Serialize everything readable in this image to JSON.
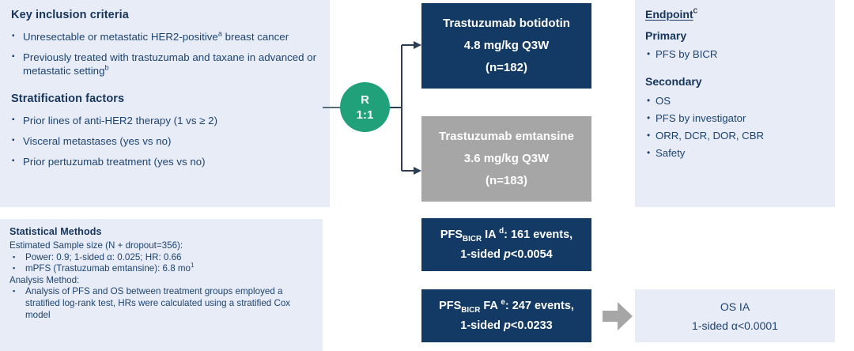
{
  "criteria": {
    "title": "Key inclusion criteria",
    "items": [
      "Unresectable or metastatic HER2-positive<sup>a</sup> breast cancer",
      "Previously treated with trastuzumab and taxane in advanced or metastatic setting<sup>b</sup>"
    ],
    "strat_title": "Stratification factors",
    "strat_items": [
      "Prior lines of anti-HER2 therapy (1 vs ≥ 2)",
      "Visceral metastases (yes vs no)",
      "Prior pertuzumab treatment (yes vs no)"
    ]
  },
  "stats": {
    "title": "Statistical Methods",
    "sample_line": "Estimated Sample size (N + dropout=356):",
    "sample_bullets": [
      "Power: 0.9; 1-sided α: 0.025; HR: 0.66",
      "mPFS (Trastuzumab emtansine): 6.8 mo<sup>1</sup>"
    ],
    "analysis_line": "Analysis Method:",
    "analysis_bullets": [
      "Analysis of PFS and OS between treatment groups employed a stratified log-rank test, HRs were calculated using a stratified Cox model"
    ]
  },
  "randomization": {
    "label": "R",
    "ratio": "1:1"
  },
  "arms": [
    {
      "name": "arm-experimental",
      "drug": "Trastuzumab botidotin",
      "dose": "4.8 mg/kg  Q3W",
      "n": "(n=182)",
      "color": "#123a64"
    },
    {
      "name": "arm-control",
      "drug": "Trastuzumab emtansine",
      "dose": "3.6 mg/kg  Q3W",
      "n": "(n=183)",
      "color": "#a6a6a6"
    }
  ],
  "analyses": [
    {
      "name": "pfs-bicr-ia",
      "line1": "PFS<sub>BICR</sub> IA <sup>d</sup>: 161 events,",
      "line2": "1-sided <i>p</i>&lt;0.0054"
    },
    {
      "name": "pfs-bicr-fa",
      "line1": "PFS<sub>BICR</sub> FA <sup>e</sup>: 247 events,",
      "line2": "1-sided <i>p</i>&lt;0.0233"
    }
  ],
  "os_ia": {
    "line1": "OS IA",
    "line2": "1-sided α<0.0001"
  },
  "endpoints": {
    "head": "Endpoint",
    "head_sup": "c",
    "primary_title": "Primary",
    "primary_items": [
      "PFS by BICR"
    ],
    "secondary_title": "Secondary",
    "secondary_items": [
      "OS",
      "PFS by investigator",
      "ORR, DCR, DOR, CBR",
      "Safety"
    ]
  },
  "colors": {
    "panel_bg": "#e8ecf7",
    "navy": "#123a64",
    "gray": "#a6a6a6",
    "teal": "#21a179",
    "text_navy": "#1d4370"
  }
}
